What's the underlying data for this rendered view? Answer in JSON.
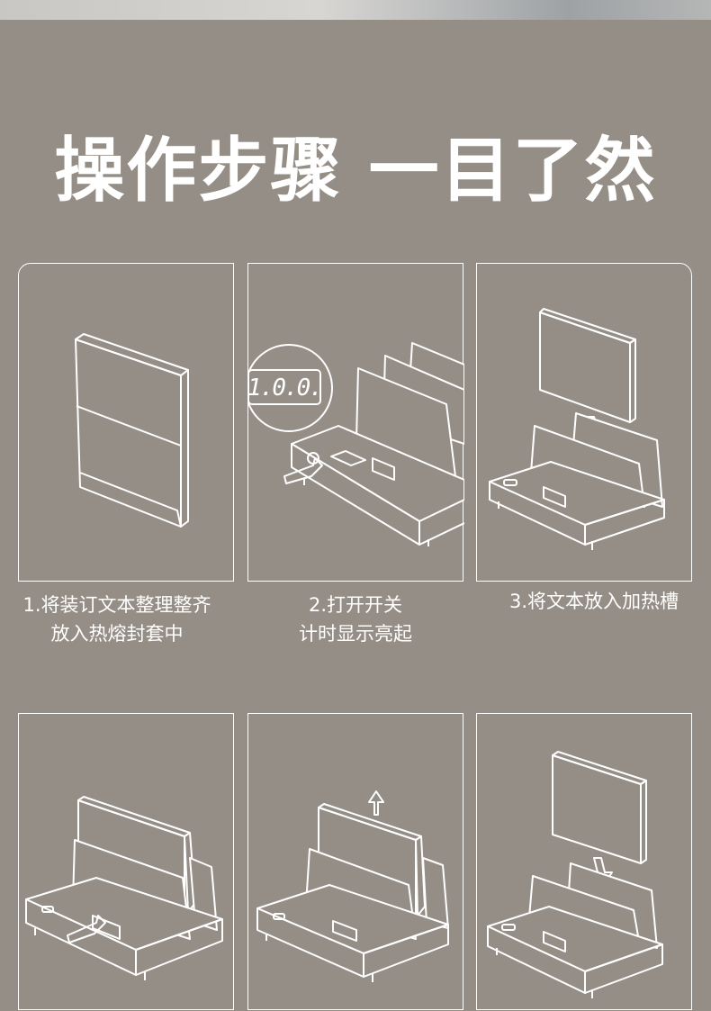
{
  "headline": "操作步骤 一目了然",
  "steps": [
    {
      "line1": "1.将装订文本整理整齐",
      "line2": "放入热熔封套中"
    },
    {
      "line1": "2.打开开关",
      "line2": "计时显示亮起"
    },
    {
      "line1": "3.将文本放入加热槽",
      "line2": ""
    }
  ],
  "timer_display": "1.0.0.",
  "colors": {
    "background": "#958e86",
    "line": "#ffffff"
  }
}
